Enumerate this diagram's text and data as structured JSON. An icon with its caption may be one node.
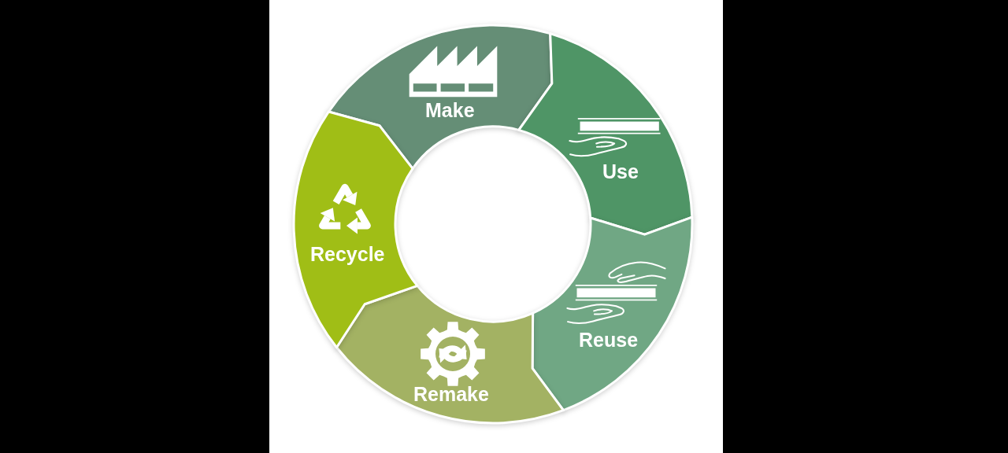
{
  "diagram": {
    "nodes": [
      {
        "text": [
          "Make"
        ]
      },
      {
        "text": [
          "Use"
        ]
      },
      {
        "text": [
          "Reuse"
        ]
      },
      {
        "text": [
          "Remake"
        ]
      },
      {
        "text": [
          "Recycle"
        ]
      }
    ]
  }
}
